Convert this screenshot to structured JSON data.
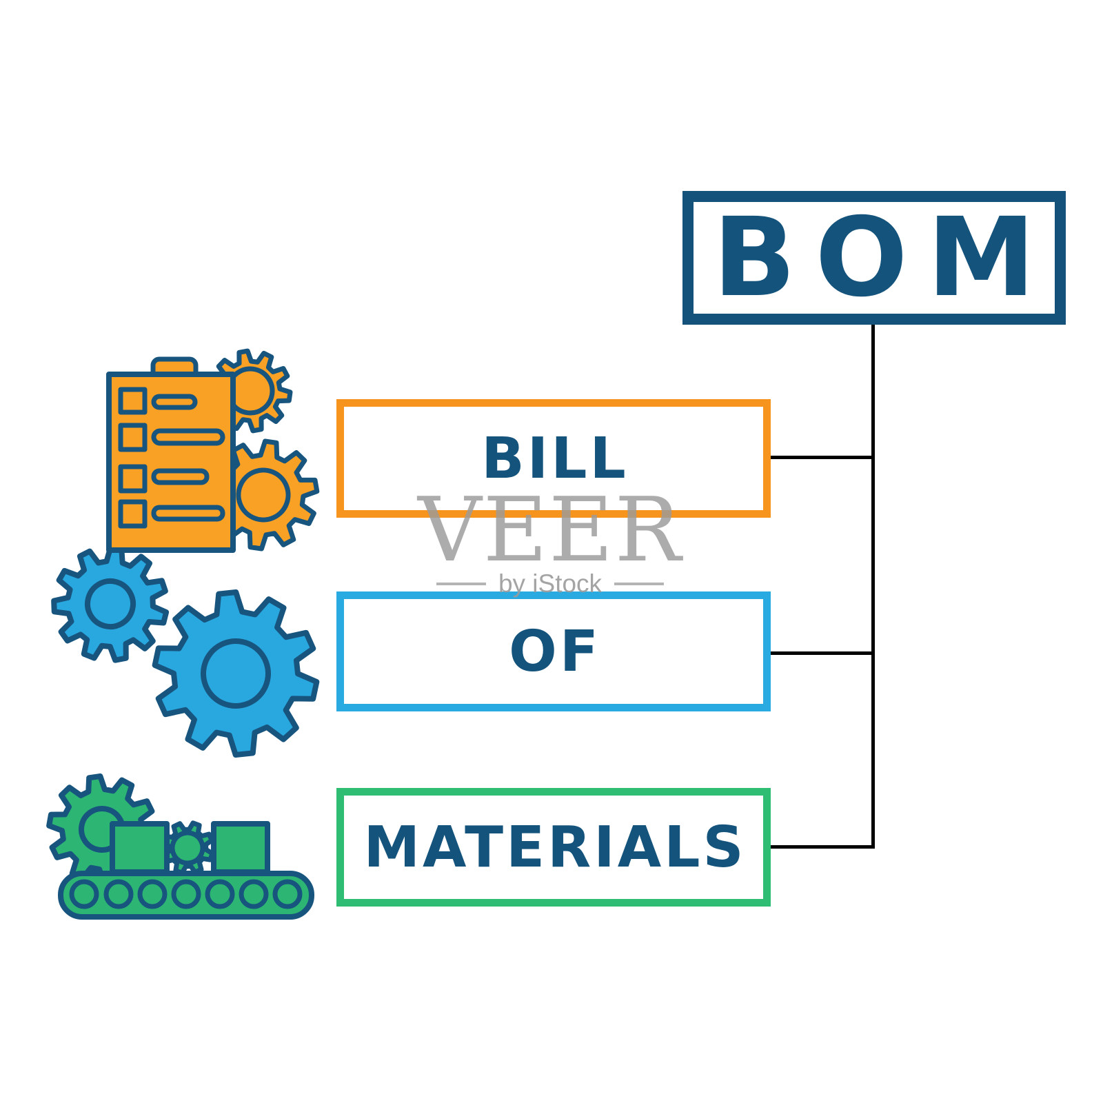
{
  "diagram": {
    "acronym_box": {
      "label": "BOM",
      "border_color": "#15527B"
    },
    "term_boxes": [
      {
        "id": "bill",
        "label": "BILL",
        "border_color": "#F7941E"
      },
      {
        "id": "of",
        "label": "OF",
        "border_color": "#29ABE2"
      },
      {
        "id": "materials",
        "label": "MATERIALS",
        "border_color": "#2EBD73"
      }
    ],
    "text_color": "#14537C",
    "connector_color": "#000000"
  },
  "illustrations": [
    {
      "name": "checklist-with-gears-icon",
      "fill": "#F9A125",
      "outline": "#17547E"
    },
    {
      "name": "gears-icon",
      "fill": "#29A8E0",
      "outline": "#17547E"
    },
    {
      "name": "conveyor-belt-icon",
      "fill": "#2DB573",
      "outline": "#17547E"
    }
  ],
  "watermark": {
    "brand": "VEER",
    "byline": "by iStock",
    "color": "#9B9B9B"
  }
}
